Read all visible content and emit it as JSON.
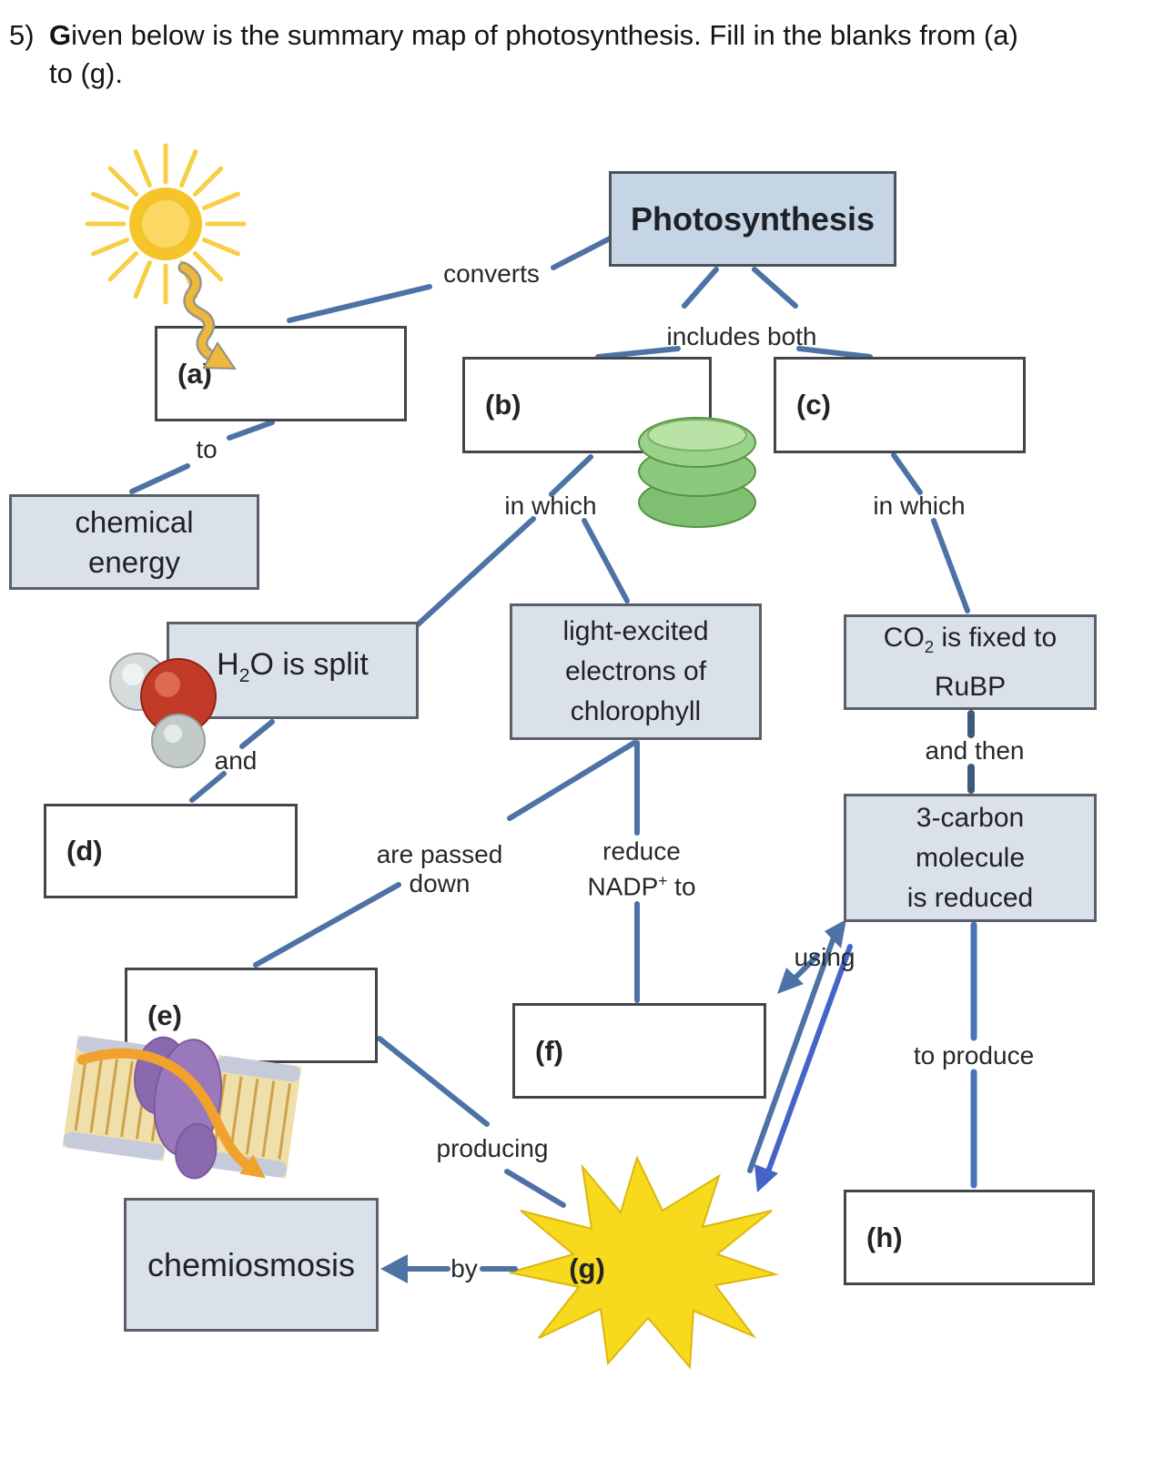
{
  "question": {
    "number": "5)",
    "lead": "G",
    "line1_rest": "iven below is the summary map of photosynthesis. Fill in the blanks from (a)",
    "line2": "to (g)."
  },
  "diagram": {
    "photosynthesis": "Photosynthesis",
    "converts": "converts",
    "includes_both": "includes both",
    "to": "to",
    "in_which_left": "in which",
    "in_which_right": "in which",
    "and": "and",
    "and_then": "and then",
    "using": "using",
    "to_produce": "to produce",
    "producing": "producing",
    "by": "by",
    "are_passed": {
      "lines": [
        "are passed",
        "down"
      ]
    },
    "reduce": {
      "line1": "reduce",
      "pre": "NADP",
      "sup": "+",
      "post": " to"
    },
    "blanks": {
      "a": "(a)",
      "b": "(b)",
      "c": "(c)",
      "d": "(d)",
      "e": "(e)",
      "f": "(f)",
      "g": "(g)",
      "h": "(h)"
    },
    "chemical_energy": {
      "lines": [
        "chemical",
        "energy"
      ]
    },
    "h2o": {
      "pre": "H",
      "sub": "2",
      "post": "O is split"
    },
    "light_excited": {
      "lines": [
        "light-excited",
        "electrons of",
        "chlorophyll"
      ]
    },
    "co2": {
      "pre": "CO",
      "sub": "2",
      "post": " is fixed to",
      "line2": "RuBP"
    },
    "three_carbon": {
      "lines": [
        "3-carbon",
        "molecule",
        "is reduced"
      ]
    },
    "chemiosmosis": "chemiosmosis"
  },
  "icons": [
    "sun-icon",
    "light-wave-arrow-icon",
    "thylakoid-icon",
    "water-molecule-icon",
    "membrane-protein-icon",
    "starburst-icon"
  ],
  "colors": {
    "connector_blue": "#4d73a6",
    "bright_arrow_blue": "#4464c8",
    "dark_connector": "#3f5a78",
    "box_fill": "#dbe1eb",
    "title_box_fill": "#c6d5e6",
    "box_border": "#596069",
    "blank_border": "#42464b",
    "starburst_yellow": "#f7d91e",
    "sun_yellow": "#f5c42a",
    "wave_gold": "#ecb93c",
    "thylakoid_green": "#8cc97e",
    "water_red": "#c23b28",
    "membrane_tan": "#f0dfa8",
    "protein_purple": "#9a78bc",
    "arrow_orange": "#f0a22c",
    "text": "#1e2126"
  }
}
